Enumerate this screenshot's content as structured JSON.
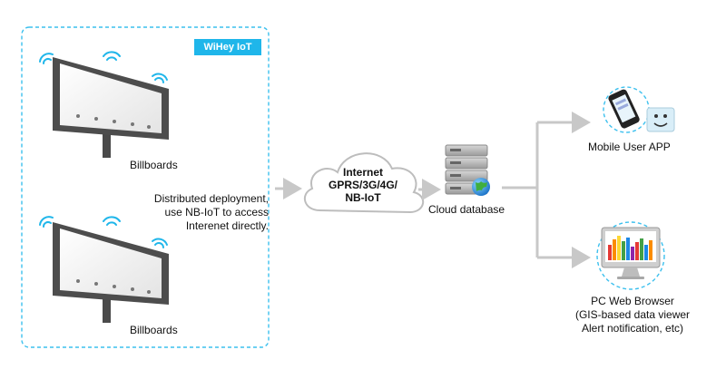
{
  "group": {
    "tag_label": "WiHey IoT",
    "billboard_top_label": "Billboards",
    "billboard_bottom_label": "Billboards",
    "deployment_text": [
      "Distributed deployment,",
      "use NB-IoT to access",
      "Interenet directly."
    ]
  },
  "network": {
    "cloud_lines": [
      "Internet",
      "GPRS/3G/4G/",
      "NB-IoT"
    ]
  },
  "database": {
    "label": "Cloud database"
  },
  "mobile": {
    "label": "Mobile User APP"
  },
  "pc": {
    "lines": [
      "PC Web Browser",
      "(GIS-based data viewer",
      "Alert notification, etc)"
    ]
  },
  "colors": {
    "accent": "#1fb6ea",
    "dashed_border": "#3cc0ee",
    "arrow": "#c8c8c8",
    "billboard_frame": "#5a5a5a"
  },
  "icons": [
    "wifi-icon",
    "billboard-icon",
    "cloud-icon",
    "server-icon",
    "globe-icon",
    "phone-icon",
    "smiley-icon",
    "monitor-icon"
  ]
}
